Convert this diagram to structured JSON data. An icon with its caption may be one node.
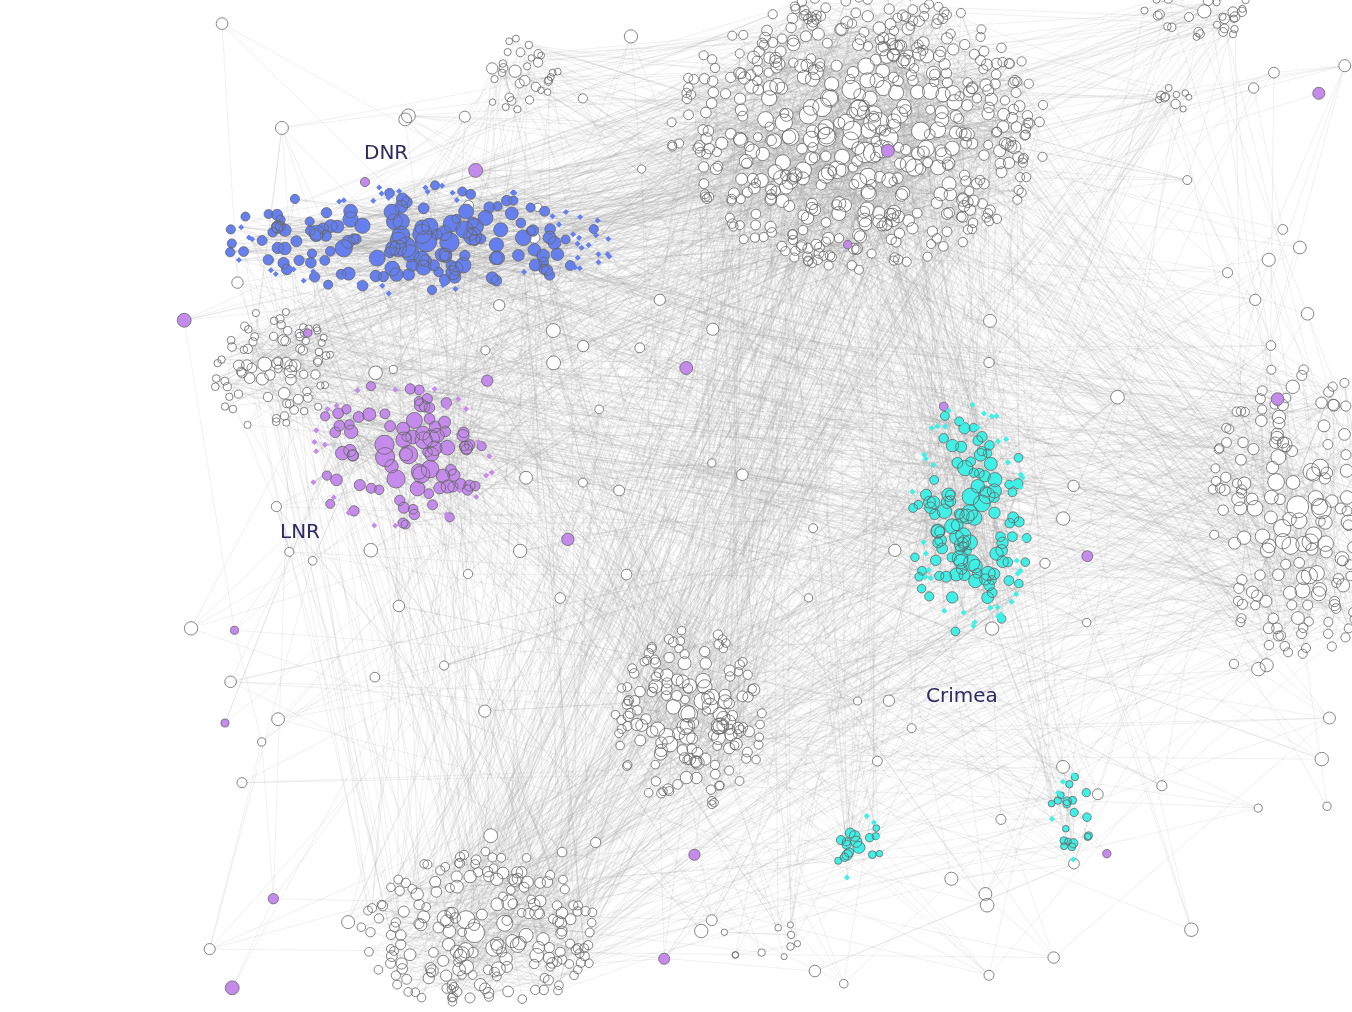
{
  "diagram": {
    "labels": [
      "DNR",
      "LNR",
      "Crimea"
    ]
  }
}
